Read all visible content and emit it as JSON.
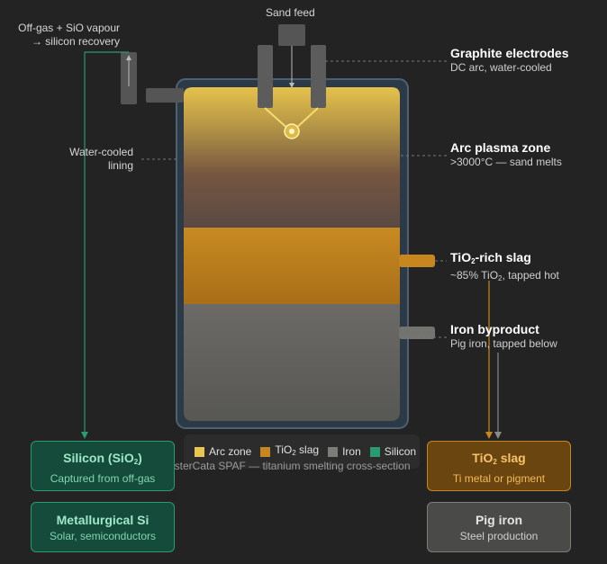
{
  "sand_feed": "Sand feed",
  "offgas": {
    "line1": "Off-gas + SiO vapour",
    "line2": "→ silicon recovery"
  },
  "lining": {
    "line1": "Water-cooled",
    "line2": "lining"
  },
  "electrodes": {
    "title": "Graphite electrodes",
    "sub": "DC arc, water-cooled"
  },
  "arc_zone": {
    "title": "Arc plasma zone",
    "sub": ">3000°C — sand melts"
  },
  "slag": {
    "title_a": "TiO",
    "title_sub": "2",
    "title_b": "-rich slag",
    "sub_a": "~85% TiO",
    "sub_sub": "2",
    "sub_b": ", tapped hot"
  },
  "iron": {
    "title": "Iron byproduct",
    "sub": "Pig iron, tapped below"
  },
  "legend": [
    {
      "label": "Arc zone",
      "color": "#e8c650"
    },
    {
      "label_a": "TiO",
      "label_sub": "2",
      "label_b": " slag",
      "color": "#c8861e"
    },
    {
      "label": "Iron",
      "color": "#7c7c78"
    },
    {
      "label": "Silicon",
      "color": "#2a9a70"
    }
  ],
  "caption": "MasterCata SPAF — titanium smelting cross-section",
  "box_silicon": {
    "title_a": "Silicon (SiO",
    "title_sub": "2",
    "title_b": ")",
    "sub": "Captured from off-gas"
  },
  "box_metsi": {
    "title": "Metallurgical Si",
    "sub": "Solar, semiconductors"
  },
  "box_tio2": {
    "title_a": "TiO",
    "title_sub": "2",
    "title_b": " slag",
    "sub": "Ti metal or pigment"
  },
  "box_pigiron": {
    "title": "Pig iron",
    "sub": "Steel production"
  },
  "colors": {
    "background": "#232323",
    "silicon_fill": "#154b3a",
    "silicon_border": "#2a9a70",
    "silicon_text": "#7fe0b8",
    "slag_fill": "#6b4510",
    "slag_border": "#c8861e",
    "slag_text": "#f3b95a",
    "iron_fill": "#4a4a48",
    "iron_border": "#7c7c78"
  }
}
